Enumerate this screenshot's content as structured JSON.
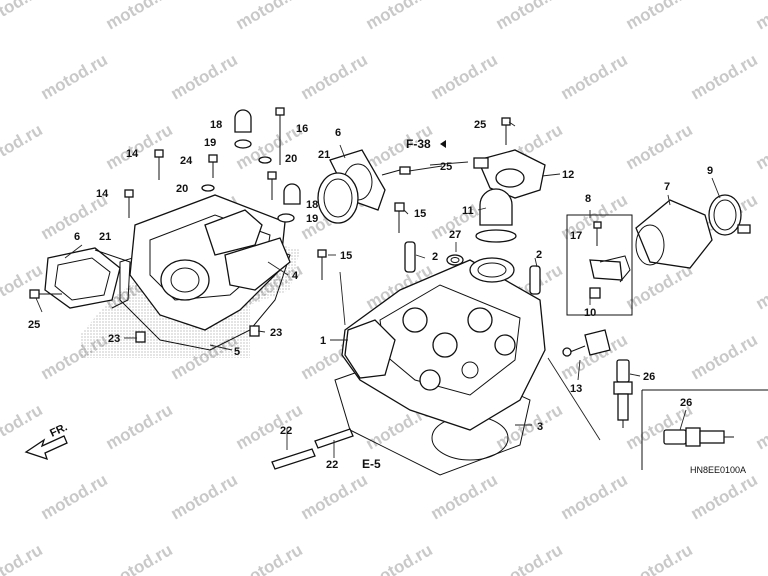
{
  "watermark": {
    "text": "motod.ru",
    "color": "#c9c9c9",
    "angle": -30
  },
  "diagram_code": "HN8EE0100A",
  "direction": {
    "label": "FR."
  },
  "references": [
    {
      "id": "ref-f38",
      "label": "F-38"
    },
    {
      "id": "ref-e5",
      "label": "E-5"
    }
  ],
  "callouts": [
    {
      "id": "c1",
      "label": "1"
    },
    {
      "id": "c2a",
      "label": "2"
    },
    {
      "id": "c2b",
      "label": "2"
    },
    {
      "id": "c3",
      "label": "3"
    },
    {
      "id": "c4",
      "label": "4"
    },
    {
      "id": "c5",
      "label": "5"
    },
    {
      "id": "c6a",
      "label": "6"
    },
    {
      "id": "c6b",
      "label": "6"
    },
    {
      "id": "c7",
      "label": "7"
    },
    {
      "id": "c8",
      "label": "8"
    },
    {
      "id": "c9",
      "label": "9"
    },
    {
      "id": "c10",
      "label": "10"
    },
    {
      "id": "c11",
      "label": "11"
    },
    {
      "id": "c12",
      "label": "12"
    },
    {
      "id": "c13",
      "label": "13"
    },
    {
      "id": "c14a",
      "label": "14"
    },
    {
      "id": "c14b",
      "label": "14"
    },
    {
      "id": "c15a",
      "label": "15"
    },
    {
      "id": "c15b",
      "label": "15"
    },
    {
      "id": "c16",
      "label": "16"
    },
    {
      "id": "c17",
      "label": "17"
    },
    {
      "id": "c18a",
      "label": "18"
    },
    {
      "id": "c18b",
      "label": "18"
    },
    {
      "id": "c19a",
      "label": "19"
    },
    {
      "id": "c19b",
      "label": "19"
    },
    {
      "id": "c20a",
      "label": "20"
    },
    {
      "id": "c20b",
      "label": "20"
    },
    {
      "id": "c21a",
      "label": "21"
    },
    {
      "id": "c21b",
      "label": "21"
    },
    {
      "id": "c22a",
      "label": "22"
    },
    {
      "id": "c22b",
      "label": "22"
    },
    {
      "id": "c23a",
      "label": "23"
    },
    {
      "id": "c23b",
      "label": "23"
    },
    {
      "id": "c24",
      "label": "24"
    },
    {
      "id": "c25a",
      "label": "25"
    },
    {
      "id": "c25b",
      "label": "25"
    },
    {
      "id": "c25c",
      "label": "25"
    },
    {
      "id": "c26a",
      "label": "26"
    },
    {
      "id": "c26b",
      "label": "26"
    },
    {
      "id": "c27",
      "label": "27"
    }
  ]
}
